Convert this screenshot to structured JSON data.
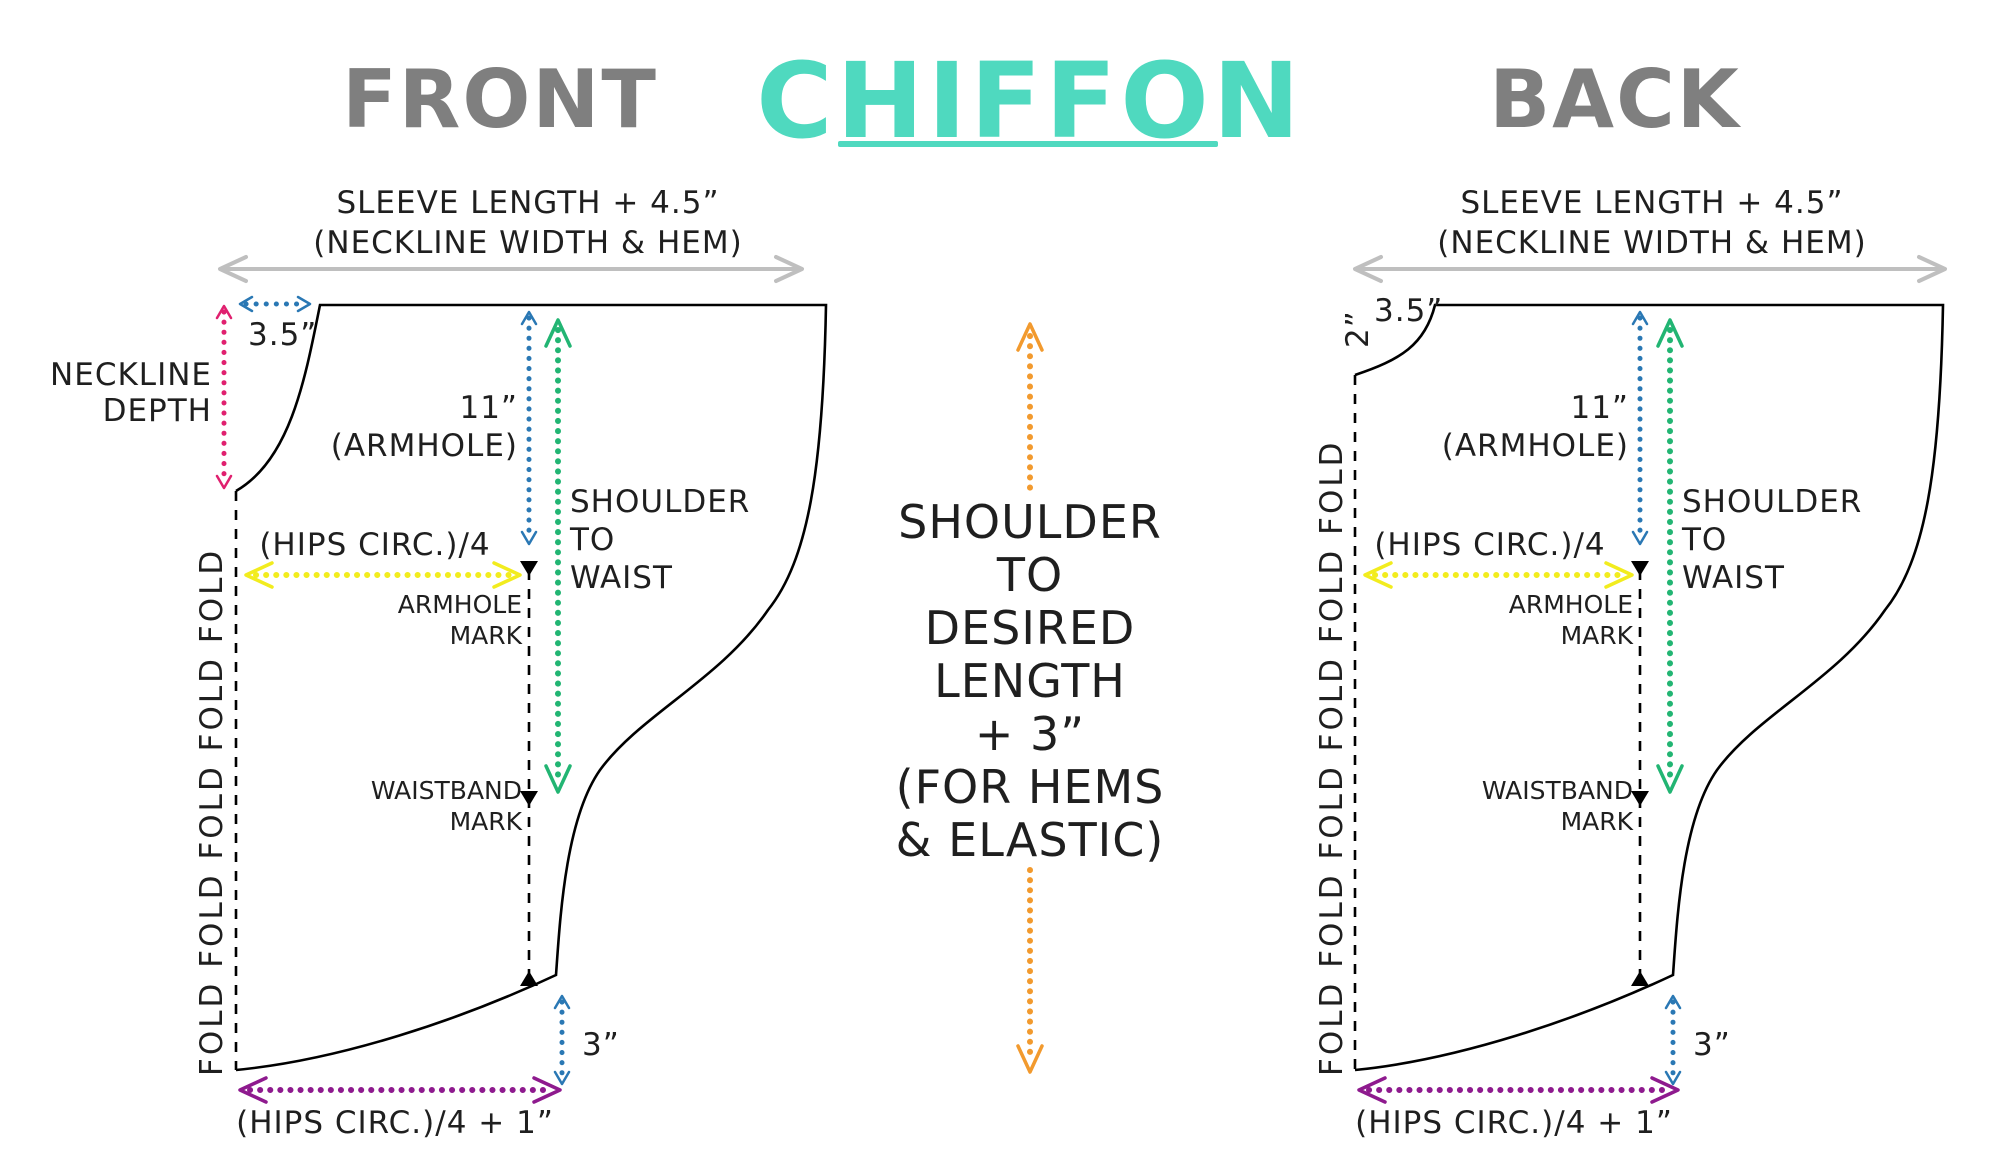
{
  "title": "CHIFFON",
  "colors": {
    "title": "#4fd9bf",
    "gray": "#bfbfbf",
    "blue": "#2a78b4",
    "green": "#22b573",
    "pink": "#e0206f",
    "yellow": "#f2ec1e",
    "purple": "#8e1a8e",
    "orange": "#f29a2e"
  },
  "front": {
    "header": "FRONT",
    "sleeve_line1": "SLEEVE LENGTH + 4.5”",
    "sleeve_line2": "(NECKLINE WIDTH & HEM)",
    "neck_width": "3.5”",
    "neck_depth_line1": "NECKLINE",
    "neck_depth_line2": "DEPTH",
    "armhole_line1": "11”",
    "armhole_line2": "(ARMHOLE)",
    "shoulder_line1": "SHOULDER",
    "shoulder_line2": "TO",
    "shoulder_line3": "WAIST",
    "hips": "(HIPS CIRC.)/4",
    "armhole_mark_line1": "ARMHOLE",
    "armhole_mark_line2": "MARK",
    "waistband_mark_line1": "WAISTBAND",
    "waistband_mark_line2": "MARK",
    "hem": "3”",
    "hips_bottom": "(HIPS CIRC.)/4 + 1”",
    "fold": "FOLD FOLD FOLD FOLD FOLD"
  },
  "back": {
    "header": "BACK",
    "sleeve_line1": "SLEEVE LENGTH + 4.5”",
    "sleeve_line2": "(NECKLINE WIDTH & HEM)",
    "neck_width": "3.5”",
    "neck_depth": "2”",
    "armhole_line1": "11”",
    "armhole_line2": "(ARMHOLE)",
    "shoulder_line1": "SHOULDER",
    "shoulder_line2": "TO",
    "shoulder_line3": "WAIST",
    "hips": "(HIPS CIRC.)/4",
    "armhole_mark_line1": "ARMHOLE",
    "armhole_mark_line2": "MARK",
    "waistband_mark_line1": "WAISTBAND",
    "waistband_mark_line2": "MARK",
    "hem": "3”",
    "hips_bottom": "(HIPS CIRC.)/4 + 1”",
    "fold": "FOLD FOLD FOLD FOLD FOLD FOLD"
  },
  "center": {
    "line1": "SHOULDER",
    "line2": "TO",
    "line3": "DESIRED",
    "line4": "LENGTH",
    "line5": "+ 3”",
    "line6": "(FOR HEMS",
    "line7": "& ELASTIC)"
  }
}
